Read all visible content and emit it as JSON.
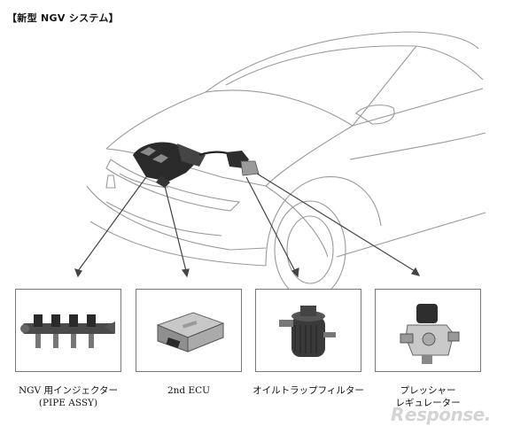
{
  "header": {
    "title": "【新型 NGV システム】"
  },
  "components": [
    {
      "label": "NGV 用インジェクター",
      "sub": "(PIPE ASSY)"
    },
    {
      "label": "2nd ECU",
      "sub": ""
    },
    {
      "label": "オイルトラップフィルター",
      "sub": ""
    },
    {
      "label": "プレッシャー",
      "sub": "レギュレーター"
    }
  ],
  "watermark": {
    "text": "esponse."
  },
  "colors": {
    "line": "#333333",
    "sketch": "#9a9a9a",
    "engine": "#2a2a2a"
  }
}
